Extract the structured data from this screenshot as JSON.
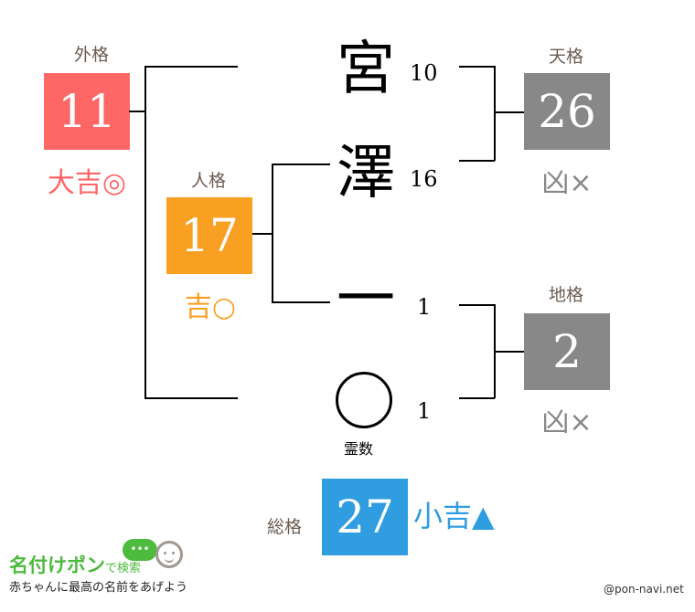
{
  "name_chars": [
    {
      "char": "宮",
      "strokes": "10"
    },
    {
      "char": "澤",
      "strokes": "16"
    },
    {
      "char": "一",
      "strokes": "1"
    },
    {
      "char": "◯",
      "strokes": "1"
    }
  ],
  "reisu_label": "霊数",
  "gaikaku": {
    "label": "外格",
    "value": "11",
    "fortune": "大吉◎",
    "color": "#ff6666"
  },
  "jinkaku": {
    "label": "人格",
    "value": "17",
    "fortune": "吉○",
    "color": "#f9a023"
  },
  "tenkaku": {
    "label": "天格",
    "value": "26",
    "fortune": "凶×",
    "color": "#888888"
  },
  "chikaku": {
    "label": "地格",
    "value": "2",
    "fortune": "凶×",
    "color": "#888888"
  },
  "soukaku": {
    "label": "総格",
    "value": "27",
    "fortune": "小吉▲",
    "color": "#2f9ddf"
  },
  "footer": {
    "logo_title": "名付けポン",
    "logo_suffix": "で検索",
    "bubble": "•••",
    "tagline": "赤ちゃんに最高の名前をあげよう",
    "credit": "@pon-navi.net"
  }
}
